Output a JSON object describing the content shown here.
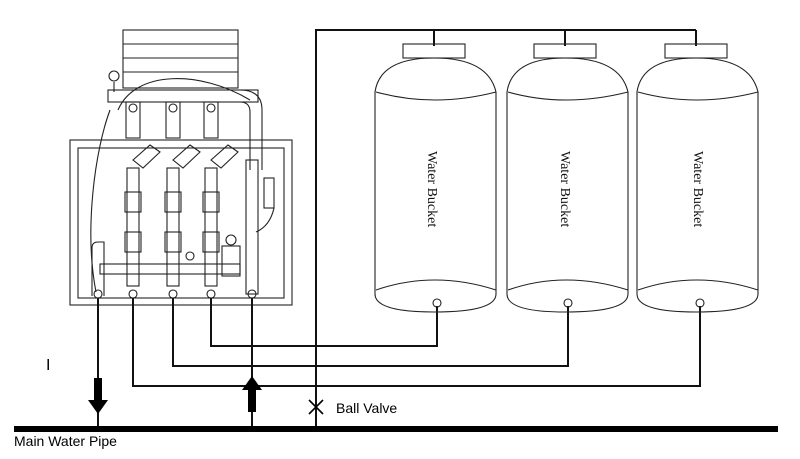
{
  "diagram": {
    "buckets": [
      {
        "label": "Water Bucket"
      },
      {
        "label": "Water Bucket"
      },
      {
        "label": "Water Bucket"
      }
    ],
    "ball_valve_label": "Ball Valve",
    "main_pipe_label": "Main Water Pipe",
    "side_mark": "I"
  }
}
